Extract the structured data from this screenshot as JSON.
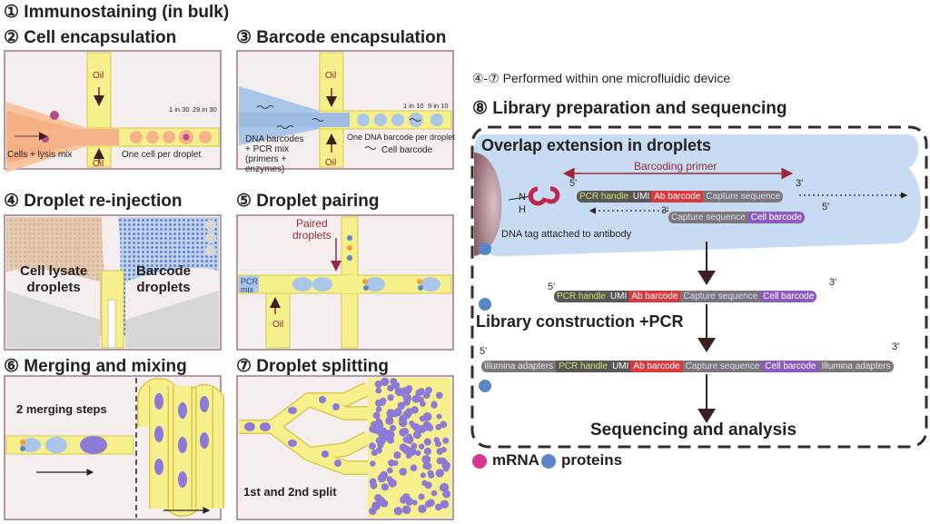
{
  "sections": {
    "s1": "① Immunostaining (in bulk)",
    "s2": "② Cell encapsulation",
    "s3": "③ Barcode encapsulation",
    "s4": "④ Droplet re-injection",
    "s5": "⑤ Droplet pairing",
    "s6": "⑥ Merging and mixing",
    "s7": "⑦ Droplet splitting",
    "s8": "⑧ Library preparation and sequencing",
    "s47": "④-⑦ Performed within one microfluidic device"
  },
  "p2": {
    "oil_top": "Oil",
    "oil_bottom": "Oil",
    "ratio1": "1 in 30",
    "ratio2": "29 in 30",
    "inlet": "Cells + lysis mix",
    "outlet": "One cell per droplet"
  },
  "p3": {
    "oil_top": "Oil",
    "oil_bottom": "Oil",
    "ratio1": "1 in 10",
    "ratio2": "9 in 10",
    "inlet_line1": "DNA barcodes",
    "inlet_line2": "+ PCR mix",
    "inlet_line3": "(primers +",
    "inlet_line4": "enzymes)",
    "outlet": "One DNA barcode per droplet",
    "legend": "Cell barcode"
  },
  "p4": {
    "left": "Cell lysate\ndroplets",
    "left1": "Cell lysate",
    "left2": "droplets",
    "right1": "Barcode",
    "right2": "droplets"
  },
  "p5": {
    "paired1": "Paired",
    "paired2": "droplets",
    "pcr1": "PCR",
    "pcr2": "mix",
    "oil": "Oil"
  },
  "p6": {
    "label": "2 merging steps"
  },
  "p7": {
    "label": "1st and 2nd split"
  },
  "box": {
    "title": "Overlap extension in droplets",
    "primer": "Barcoding primer",
    "antibody": "DNA tag attached to antibody",
    "five": "5'",
    "three": "3'",
    "nh_n": "N",
    "nh_h": "H",
    "library": "Library construction +PCR",
    "final": "Sequencing and analysis"
  },
  "segments": {
    "pcr_handle": "PCR handle",
    "umi": "UMI",
    "ab_barcode": "Ab barcode",
    "capture": "Capture sequence",
    "cell_barcode": "Cell barcode",
    "illumina": "Illumina adapters"
  },
  "legend": {
    "mrna": "mRNA",
    "proteins": "proteins"
  },
  "colors": {
    "mrna": "#d6388f",
    "proteins": "#5a86c9",
    "pcr_handle": "#9bbf3a",
    "umi": "#5b5557",
    "ab_barcode": "#d93a3e",
    "capture": "#4f6fa8",
    "cell_barcode": "#8b5bc2",
    "dashed_box": "#3a2a2d",
    "arrow": "#3a2020",
    "primer_arrow": "#9a2a3a"
  }
}
